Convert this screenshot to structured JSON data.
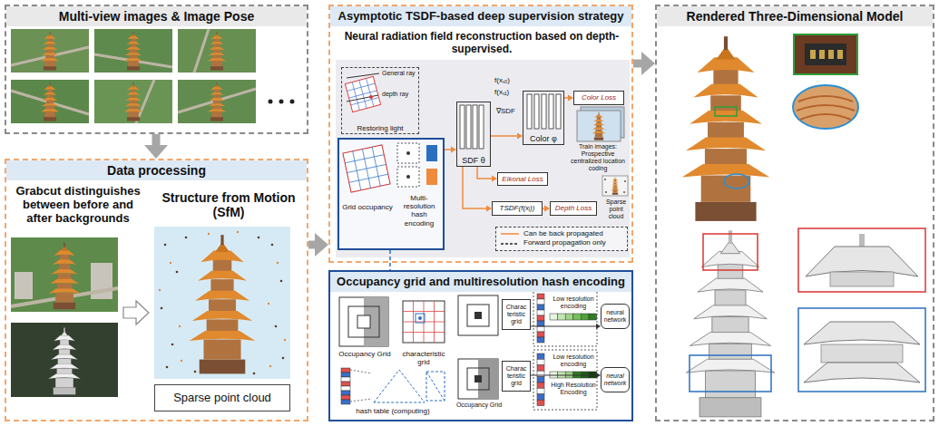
{
  "diagram": {
    "nodes": [
      {
        "text": [
          "Multi-view images & Image Pose"
        ]
      },
      {
        "text": [
          "Data processing"
        ]
      },
      {
        "text": [
          "Sparse point cloud"
        ],
        "in": 1
      },
      {
        "text": [
          "Asymptotic TSDF-based deep supervision strategy",
          "Neural radiation field reconstruction based on depth-supervised."
        ]
      },
      {
        "text": [
          "Restoring light"
        ],
        "in": 3
      },
      {
        "text": [
          "Grid occupancy",
          "Multi-resolution hash encoding"
        ],
        "in": 3
      },
      {
        "text": [
          "SDF θ"
        ],
        "in": 3
      },
      {
        "text": [
          "Color φ"
        ],
        "in": 3
      },
      {
        "text": [
          "Color Loss"
        ],
        "in": 3
      },
      {
        "text": [
          "Eikonal Loss"
        ],
        "in": 3
      },
      {
        "text": [
          "TSDF(f(xᵢ))"
        ],
        "in": 3
      },
      {
        "text": [
          "Depth Loss"
        ],
        "in": 3
      },
      {
        "text": [
          "Occupancy grid and multiresolution hash encoding"
        ]
      },
      {
        "text": [
          "Charac teristic grid"
        ],
        "in": 12
      },
      {
        "text": [
          "neural network"
        ],
        "in": 12
      },
      {
        "text": [
          "Charac teristic grid"
        ],
        "in": 12
      },
      {
        "text": [
          "neural network"
        ],
        "in": 12
      },
      {
        "text": [
          "Rendered Three-Dimensional Model"
        ]
      }
    ],
    "edges": [
      {
        "from": 0,
        "to": 1,
        "arrow": "to"
      },
      {
        "from": 1,
        "to": 3,
        "arrow": "to"
      },
      {
        "from": 3,
        "to": 17,
        "arrow": "to"
      },
      {
        "from": 5,
        "to": 6,
        "arrow": "to"
      },
      {
        "from": 6,
        "to": 7,
        "arrow": "to"
      },
      {
        "from": 7,
        "to": 8,
        "arrow": "to"
      },
      {
        "from": 6,
        "to": 9,
        "arrow": "to"
      },
      {
        "from": 6,
        "to": 10,
        "arrow": "to"
      },
      {
        "from": 10,
        "to": 11,
        "arrow": "to"
      },
      {
        "from": 5,
        "to": 12,
        "arrow": "none"
      },
      {
        "from": 13,
        "to": 14,
        "arrow": "to"
      },
      {
        "from": 15,
        "to": 16,
        "arrow": "to"
      }
    ],
    "labels": [
      "Grabcut distinguishes between before and after backgrounds",
      "Structure from Motion (SfM)",
      "General ray",
      "depth ray",
      "f(xₛ₀)",
      "f(xₛ₁)",
      "∇SDF",
      "Train images: Prospective centralized location coding",
      "Sparse point cloud",
      "Occupancy Grid",
      "characteristic grid",
      "hash table (computing)",
      "Low resolution encoding",
      "Occupancy Grid",
      "Low resolution encoding",
      "High Resolution Encoding"
    ],
    "legend": [
      {
        "text": "Can be back propagated"
      },
      {
        "text": "Forward propagation only"
      }
    ]
  }
}
